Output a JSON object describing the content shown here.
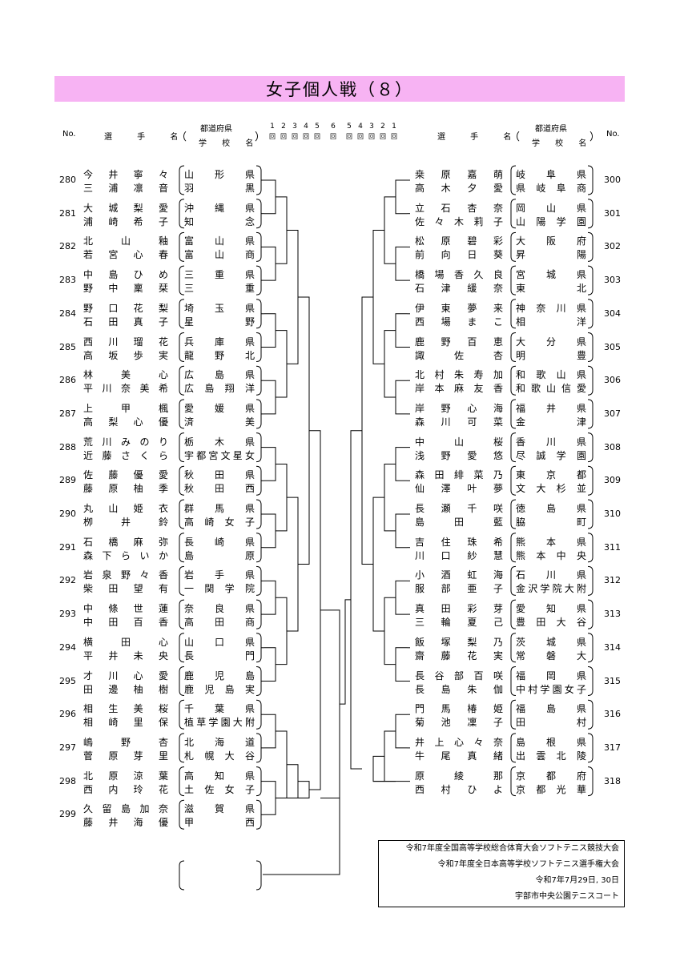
{
  "title": "女子個人戦（８）",
  "header": {
    "no_label": "No.",
    "player_label": "選 手 名",
    "pref_label": "都道府県",
    "school_label": "学 校 名",
    "open_paren": "（",
    "close_paren": "）",
    "rounds_left": [
      "1",
      "2",
      "3",
      "4",
      "5"
    ],
    "round_mid": "6",
    "rounds_right": [
      "5",
      "4",
      "3",
      "2",
      "1"
    ],
    "round_box": "回"
  },
  "left_entries": [
    {
      "no": "280",
      "p1": "今 井 寧 々",
      "p2": "三 浦 凛 音",
      "s1": "山 形 県",
      "s2": "羽 黒"
    },
    {
      "no": "281",
      "p1": "大 城 梨 愛",
      "p2": "浦 崎 希 子",
      "s1": "沖 縄 県",
      "s2": "知 念"
    },
    {
      "no": "282",
      "p1": "北 山 釉",
      "p2": "若 宮 心 春",
      "s1": "富 山 県",
      "s2": "富 山 商"
    },
    {
      "no": "283",
      "p1": "中 島 ひ め",
      "p2": "野 中 稟 栞",
      "s1": "三 重 県",
      "s2": "三 重"
    },
    {
      "no": "284",
      "p1": "野 口 花 梨",
      "p2": "石 田 真 子",
      "s1": "埼 玉 県",
      "s2": "星 野"
    },
    {
      "no": "285",
      "p1": "西 川 瑠 花",
      "p2": "高 坂 歩 実",
      "s1": "兵 庫 県",
      "s2": "龍 野 北"
    },
    {
      "no": "286",
      "p1": "林 美 心",
      "p2": "平 川 奈 美 希",
      "s1": "広 島 県",
      "s2": "広 島 翔 洋"
    },
    {
      "no": "287",
      "p1": "上 甲 楓",
      "p2": "高 梨 心 優",
      "s1": "愛 媛 県",
      "s2": "済 美"
    },
    {
      "no": "288",
      "p1": "荒 川 み の り",
      "p2": "近 藤 さ く ら",
      "s1": "栃 木 県",
      "s2": "宇 都 宮 文 星 女"
    },
    {
      "no": "289",
      "p1": "佐 藤 優 愛",
      "p2": "藤 原 柚 季",
      "s1": "秋 田 県",
      "s2": "秋 田 西"
    },
    {
      "no": "290",
      "p1": "丸 山 姫 衣",
      "p2": "栁 井 鈴",
      "s1": "群 馬 県",
      "s2": "高 崎 女 子"
    },
    {
      "no": "291",
      "p1": "石 橋 麻 弥",
      "p2": "森 下 ら い か",
      "s1": "長 崎 県",
      "s2": "島 原"
    },
    {
      "no": "292",
      "p1": "岩 泉 野 々 香",
      "p2": "柴 田 望 有",
      "s1": "岩 手 県",
      "s2": "一 関 学 院"
    },
    {
      "no": "293",
      "p1": "中 條 世 蓮",
      "p2": "中 田 百 香",
      "s1": "奈 良 県",
      "s2": "高 田 商"
    },
    {
      "no": "294",
      "p1": "横 田 心",
      "p2": "平 井 未 央",
      "s1": "山 口 県",
      "s2": "長 門"
    },
    {
      "no": "295",
      "p1": "才 川 心 愛",
      "p2": "田 邊 柚 樹",
      "s1": "鹿 児 島",
      "s2": "鹿 児 島 実"
    },
    {
      "no": "296",
      "p1": "相 生 美 桜",
      "p2": "相 崎 里 保",
      "s1": "千 葉 県",
      "s2": "植 草 学 園 大 附"
    },
    {
      "no": "297",
      "p1": "嶋 野 杏",
      "p2": "菅 原 芽 里",
      "s1": "北 海 道",
      "s2": "札 幌 大 谷"
    },
    {
      "no": "298",
      "p1": "北 原 涼 葉",
      "p2": "西 内 玲 花",
      "s1": "高 知 県",
      "s2": "土 佐 女 子"
    },
    {
      "no": "299",
      "p1": "久 留 島 加 奈",
      "p2": "藤 井 海 優",
      "s1": "滋 賀 県",
      "s2": "甲 西"
    }
  ],
  "right_entries": [
    {
      "no": "300",
      "p1": "桒 原 嘉 萌",
      "p2": "高 木 夕 愛",
      "s1": "岐 阜 県",
      "s2": "県 岐 阜 商"
    },
    {
      "no": "301",
      "p1": "立 石 杏 奈",
      "p2": "佐 々 木 莉 子",
      "s1": "岡 山 県",
      "s2": "山 陽 学 園"
    },
    {
      "no": "302",
      "p1": "松 原 碧 彩",
      "p2": "前 向 日 葵",
      "s1": "大 阪 府",
      "s2": "昇 陽"
    },
    {
      "no": "303",
      "p1": "橋 場 香 久 良",
      "p2": "石 津 緩 奈",
      "s1": "宮 城 県",
      "s2": "東 北"
    },
    {
      "no": "304",
      "p1": "伊 東 夢 来",
      "p2": "西 場 ま こ",
      "s1": "神 奈 川 県",
      "s2": "相 洋"
    },
    {
      "no": "305",
      "p1": "鹿 野 百 恵",
      "p2": "諏 佐 杏",
      "s1": "大 分 県",
      "s2": "明 豊"
    },
    {
      "no": "306",
      "p1": "北 村 朱 寿 加",
      "p2": "岸 本 麻 友 香",
      "s1": "和 歌 山 県",
      "s2": "和 歌 山 信 愛"
    },
    {
      "no": "307",
      "p1": "岸 野 心 海",
      "p2": "森 川 可 菜",
      "s1": "福 井 県",
      "s2": "金 津"
    },
    {
      "no": "308",
      "p1": "中 山 桜",
      "p2": "浅 野 愛 悠",
      "s1": "香 川 県",
      "s2": "尽 誠 学 園"
    },
    {
      "no": "309",
      "p1": "森 田 緋 菜 乃",
      "p2": "仙 澤 叶 夢",
      "s1": "東 京 都",
      "s2": "文 大 杉 並"
    },
    {
      "no": "310",
      "p1": "長 瀬 千 咲",
      "p2": "島 田 藍",
      "s1": "徳 島 県",
      "s2": "脇 町"
    },
    {
      "no": "311",
      "p1": "吉 住 珠 希",
      "p2": "川 口 紗 慧",
      "s1": "熊 本 県",
      "s2": "熊 本 中 央"
    },
    {
      "no": "312",
      "p1": "小 酒 虹 海",
      "p2": "服 部 亜 子",
      "s1": "石 川 県",
      "s2": "金 沢 学 院 大 附"
    },
    {
      "no": "313",
      "p1": "真 田 彩 芽",
      "p2": "三 輪 夏 己",
      "s1": "愛 知 県",
      "s2": "豊 田 大 谷"
    },
    {
      "no": "314",
      "p1": "飯 塚 梨 乃",
      "p2": "齋 藤 花 実",
      "s1": "茨 城 県",
      "s2": "常 磐 大"
    },
    {
      "no": "315",
      "p1": "長 谷 部 百 咲",
      "p2": "長 島 朱 伽",
      "s1": "福 岡 県",
      "s2": "中 村 学 園 女 子"
    },
    {
      "no": "316",
      "p1": "門 馬 椿 姫",
      "p2": "菊 池 凜 子",
      "s1": "福 島 県",
      "s2": "田 村"
    },
    {
      "no": "317",
      "p1": "井 上 心 々 奈",
      "p2": "牛 尾 真 緒",
      "s1": "島 根 県",
      "s2": "出 雲 北 陵"
    },
    {
      "no": "318",
      "p1": "原 綾 那",
      "p2": "西 村 ひ よ",
      "s1": "京 都 府",
      "s2": "京 都 光 華"
    }
  ],
  "footer": [
    "令和7年度全国高等学校総合体育大会ソフトテニス競技大会",
    "令和7年度全日本高等学校ソフトテニス選手権大会",
    "令和7年7月29日, 30日",
    "宇部市中央公園テニスコート"
  ]
}
